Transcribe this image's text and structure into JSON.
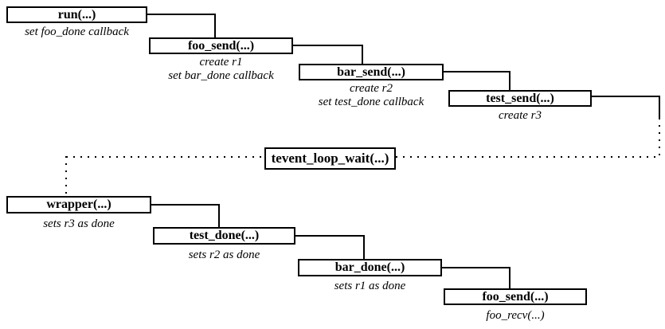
{
  "colors": {
    "line": "#000000",
    "background": "#ffffff"
  },
  "top_row": [
    {
      "label": "run(...)",
      "notes": [
        "set foo_done callback"
      ]
    },
    {
      "label": "foo_send(...)",
      "notes": [
        "create r1",
        "set bar_done callback"
      ]
    },
    {
      "label": "bar_send(...)",
      "notes": [
        "create r2",
        "set test_done callback"
      ]
    },
    {
      "label": "test_send(...)",
      "notes": [
        "create r3"
      ]
    }
  ],
  "center": {
    "label": "tevent_loop_wait(...)"
  },
  "bottom_row": [
    {
      "label": "wrapper(...)",
      "notes": [
        "sets r3 as done"
      ]
    },
    {
      "label": "test_done(...)",
      "notes": [
        "sets r2 as done"
      ]
    },
    {
      "label": "bar_done(...)",
      "notes": [
        "sets r1 as done"
      ]
    },
    {
      "label": "foo_send(...)",
      "notes": [
        "foo_recv(...)"
      ]
    }
  ]
}
